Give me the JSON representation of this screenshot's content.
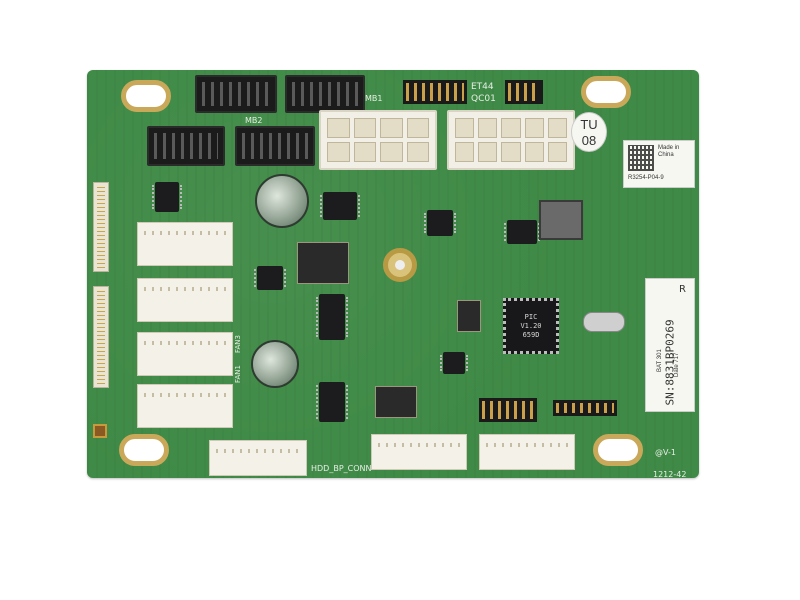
{
  "photo": {
    "subject": "",
    "silkscreen": {
      "mb1": "MB1",
      "mb2": "MB2",
      "et44": "ET44",
      "qc01": "QC01",
      "hdd_bp_conn": "HDD_BP_CONN",
      "fan3": "FAN3",
      "fan1": "FAN1",
      "r": "R",
      "revision": "1212-42",
      "rev_mark": "@V-1",
      "pic": "PIC",
      "fw": "V1.20",
      "code": "659D"
    },
    "stickers": {
      "tu": "TU",
      "tu_num": "08",
      "serial": "SN:8831BP0269",
      "made_in": "Made in China",
      "part_no": "R3254-P04-9",
      "date_label": "Date 717",
      "side_code": "BAT 301"
    }
  }
}
